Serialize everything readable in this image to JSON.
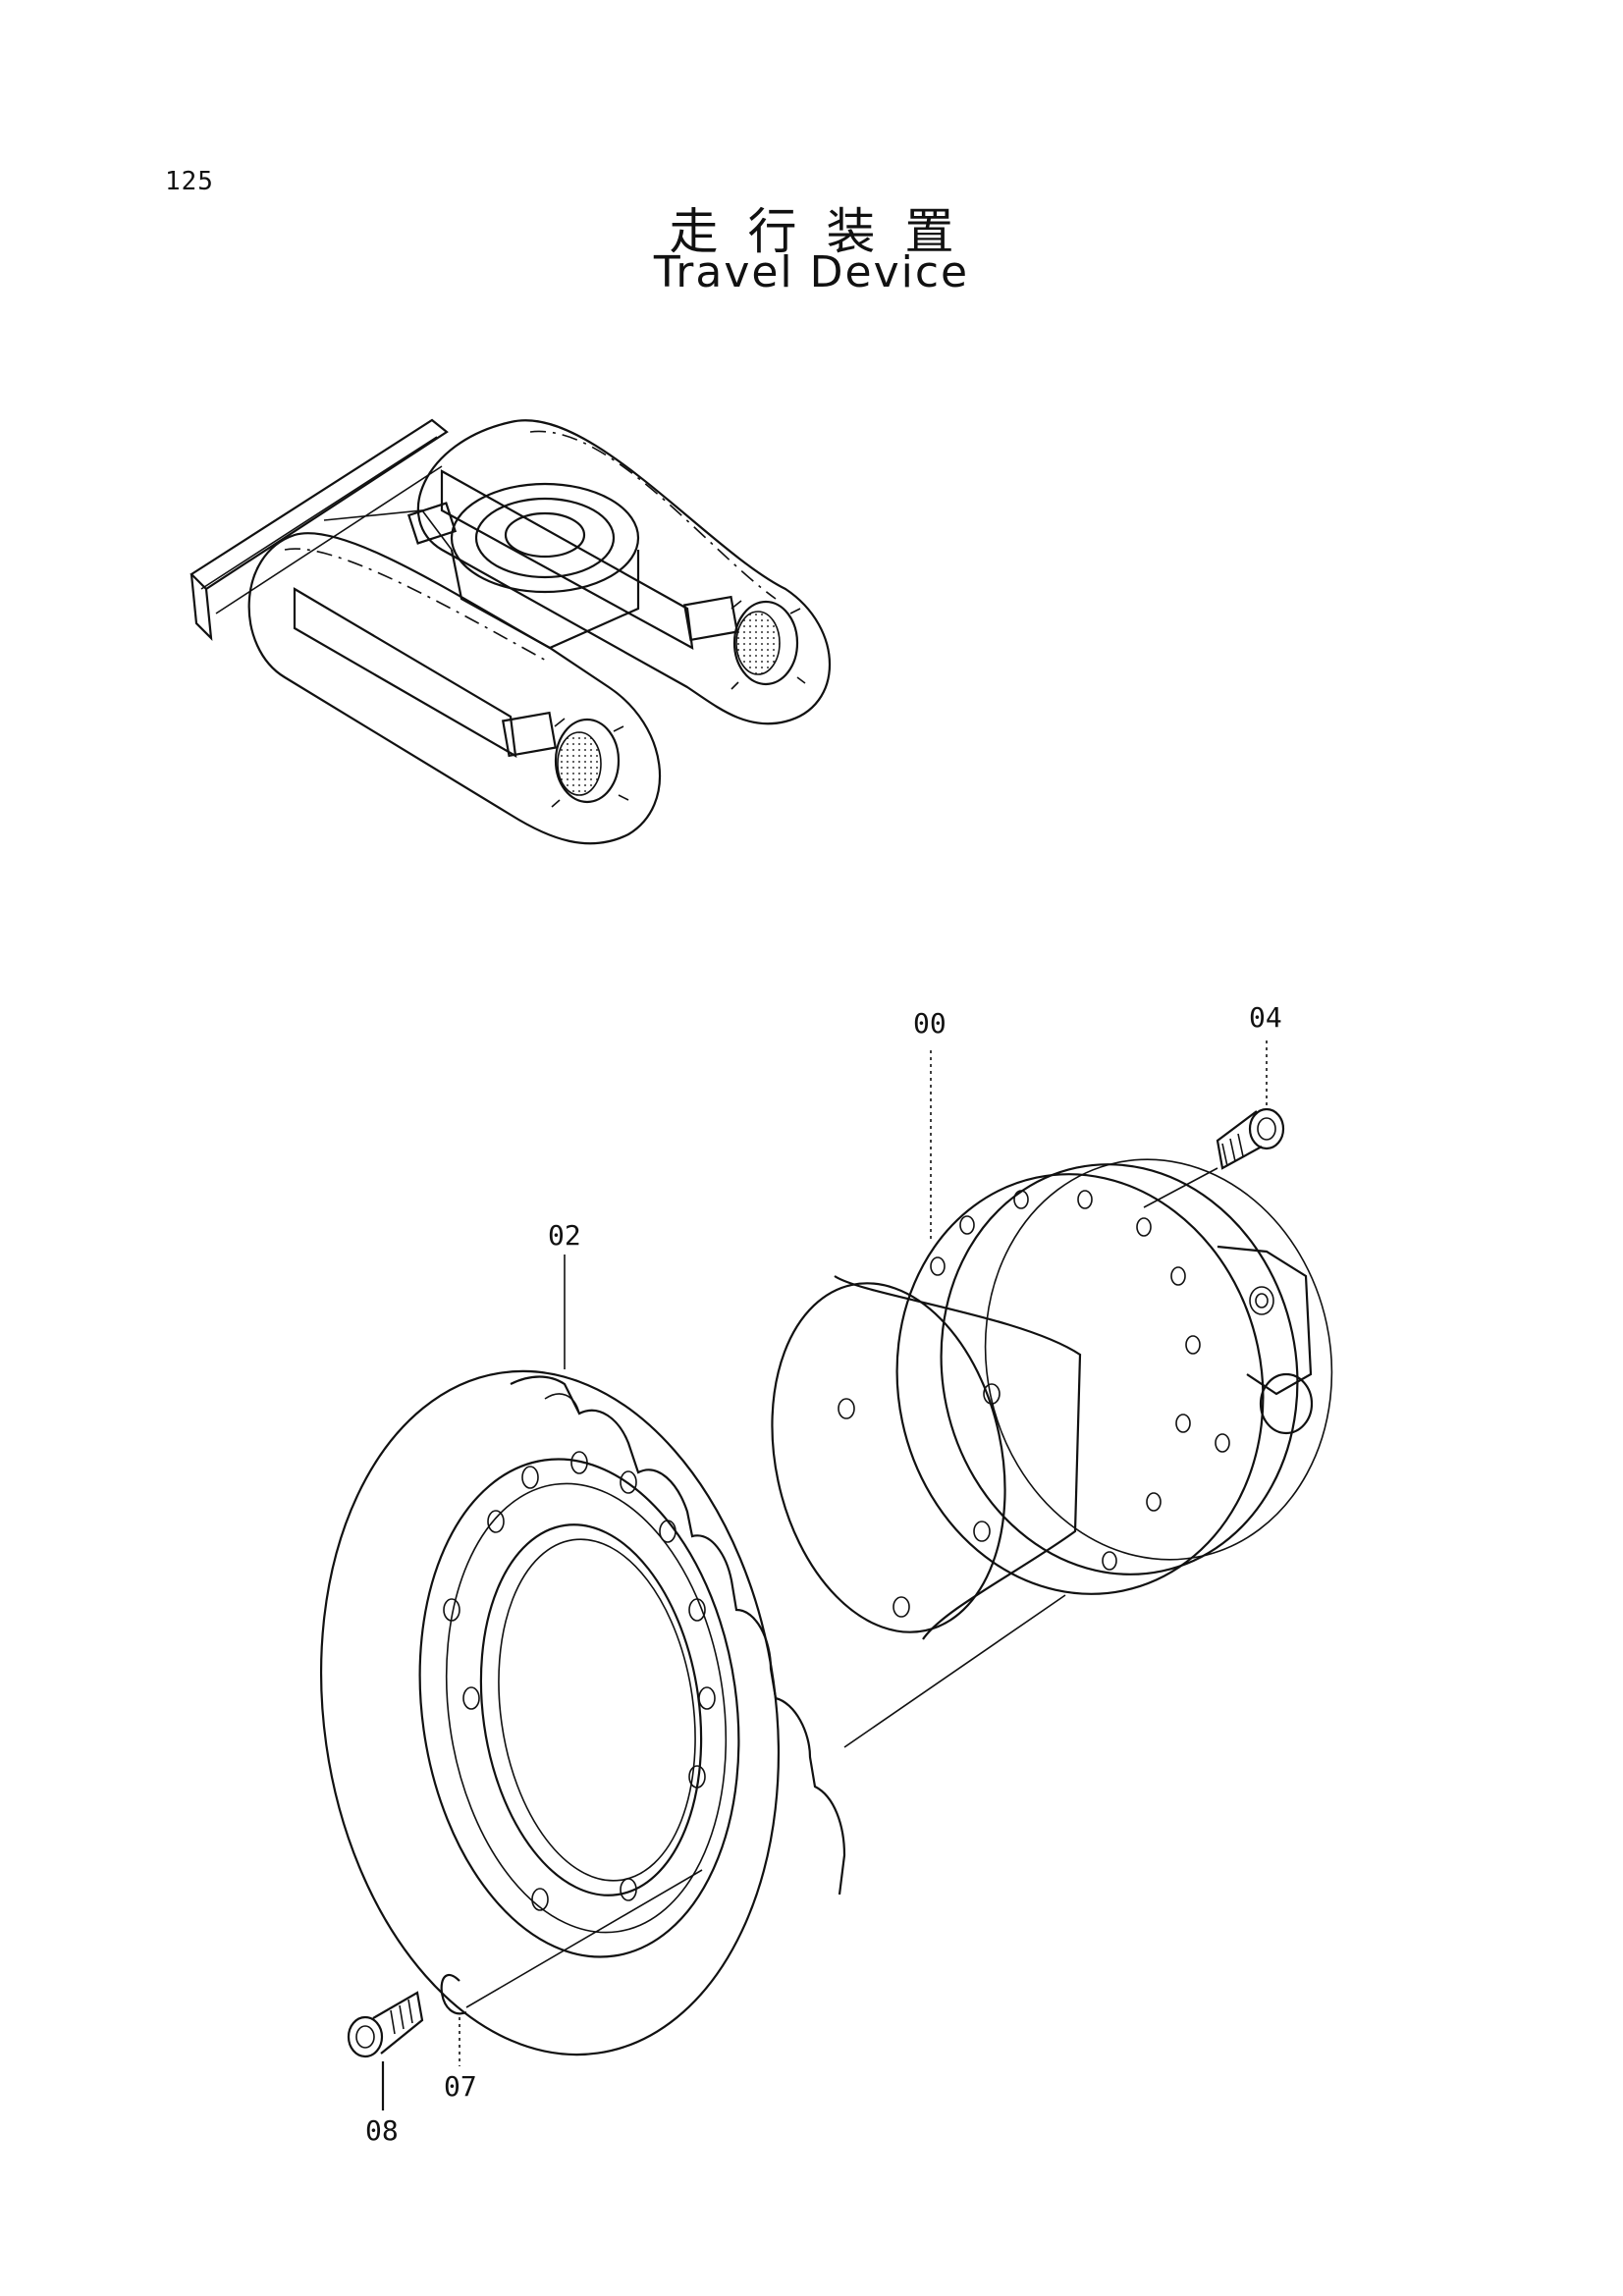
{
  "page": {
    "number": "125",
    "title_jp": "走行装置",
    "title_en": "Travel Device"
  },
  "callouts": [
    {
      "id": "00"
    },
    {
      "id": "02"
    },
    {
      "id": "04"
    },
    {
      "id": "07"
    },
    {
      "id": "08"
    }
  ]
}
